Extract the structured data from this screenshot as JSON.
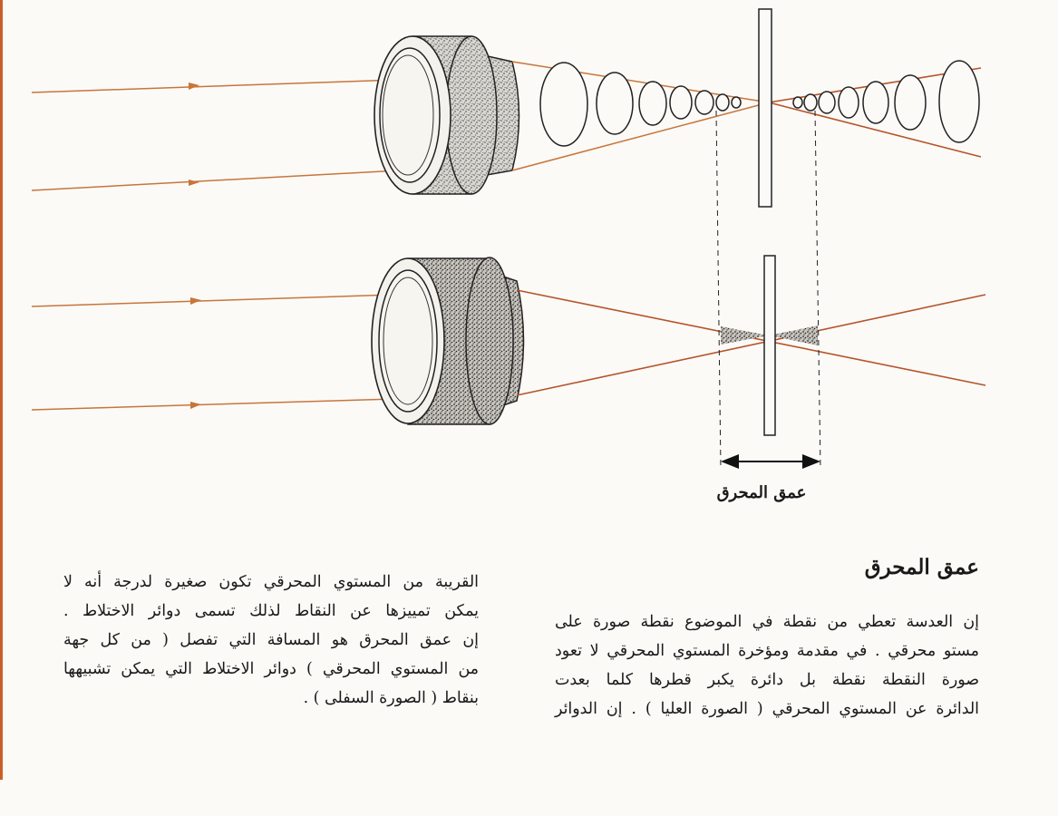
{
  "figure": {
    "colors": {
      "ray": "#c8753a",
      "ray_dark": "#b5542a",
      "ink": "#222222",
      "lens_fill": "#e8e6e1"
    },
    "dof_label": "عمق المحرق"
  },
  "article": {
    "title": "عمق المحرق",
    "right_column": {
      "lines": [
        "إن العدسة تعطي من نقطة في الموضوع نقطة صورة على",
        "مستو محرقي . في مقدمة ومؤخرة المستوي المحرقي لا تعود",
        "صورة النقطة نقطة بل دائرة يكبر قطرها كلما بعدت",
        "الدائرة عن المستوي المحرقي ( الصورة العليا ) . إن الدوائر"
      ]
    },
    "left_column": {
      "lines": [
        "القريبة من المستوي المحرقي تكون صغيرة لدرجة أنه لا",
        "يمكن تمييزها عن النقاط لذلك تسمى دوائر الاختلاط .",
        "إن عمق المحرق هو المسافة التي تفصل ( من كل جهة",
        "من المستوي المحرقي ) دوائر الاختلاط التي يمكن تشبيهها",
        "بنقاط ( الصورة السفلى ) ."
      ]
    }
  }
}
